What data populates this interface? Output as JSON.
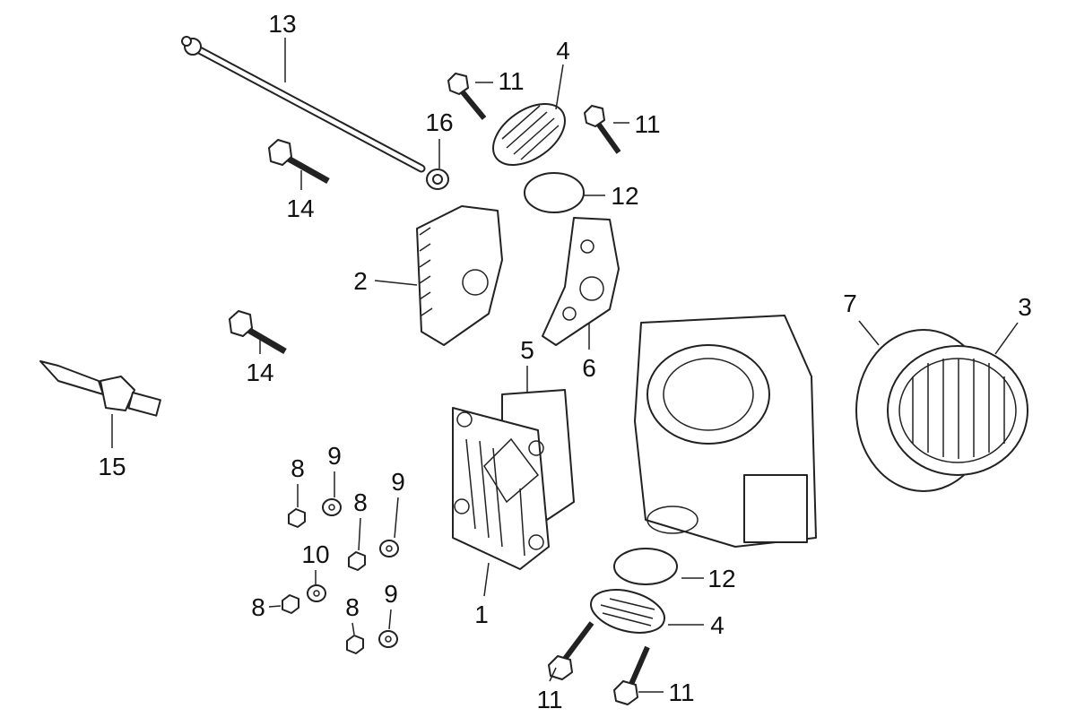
{
  "title": "Cylinder head cover exploded parts diagram",
  "callouts": [
    {
      "id": "13",
      "text": "13"
    },
    {
      "id": "4a",
      "text": "4"
    },
    {
      "id": "11a",
      "text": "11"
    },
    {
      "id": "11b",
      "text": "11"
    },
    {
      "id": "16",
      "text": "16"
    },
    {
      "id": "12a",
      "text": "12"
    },
    {
      "id": "14a",
      "text": "14"
    },
    {
      "id": "2",
      "text": "2"
    },
    {
      "id": "7",
      "text": "7"
    },
    {
      "id": "3",
      "text": "3"
    },
    {
      "id": "5",
      "text": "5"
    },
    {
      "id": "6",
      "text": "6"
    },
    {
      "id": "14b",
      "text": "14"
    },
    {
      "id": "15",
      "text": "15"
    },
    {
      "id": "8a",
      "text": "8"
    },
    {
      "id": "9a",
      "text": "9"
    },
    {
      "id": "9b",
      "text": "9"
    },
    {
      "id": "8b",
      "text": "8"
    },
    {
      "id": "10",
      "text": "10"
    },
    {
      "id": "12b",
      "text": "12"
    },
    {
      "id": "8c",
      "text": "8"
    },
    {
      "id": "1",
      "text": "1"
    },
    {
      "id": "8d",
      "text": "8"
    },
    {
      "id": "9c",
      "text": "9"
    },
    {
      "id": "4b",
      "text": "4"
    },
    {
      "id": "11c",
      "text": "11"
    },
    {
      "id": "11d",
      "text": "11"
    }
  ]
}
